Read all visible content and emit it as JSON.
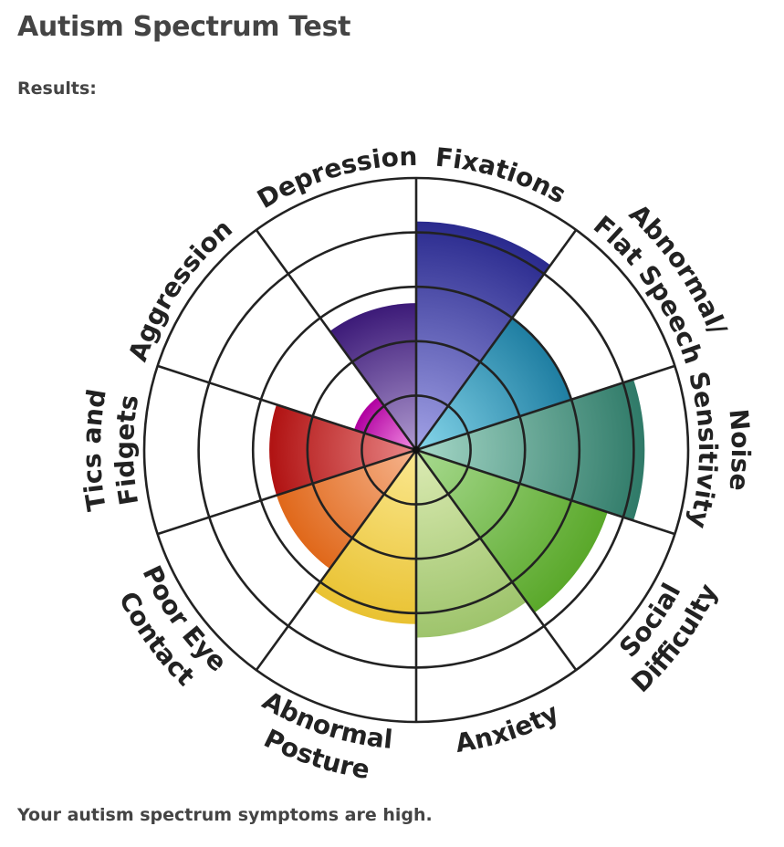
{
  "page": {
    "title": "Autism Spectrum Test",
    "results_label": "Results:",
    "summary": "Your autism spectrum symptoms are high."
  },
  "chart_data": {
    "type": "polar-area",
    "scale_max": 5,
    "rings": [
      1,
      2,
      3,
      4,
      5
    ],
    "categories": [
      {
        "name": "Fixations",
        "lines": [
          "Fixations"
        ],
        "value": 4.2,
        "color_light": "#a2a2e6",
        "color_dark": "#2a2a8e"
      },
      {
        "name": "Abnormal/ Flat Speech",
        "lines": [
          "Abnormal/",
          "Flat Speech"
        ],
        "value": 3.0,
        "color_light": "#86d6ea",
        "color_dark": "#1f7ea2"
      },
      {
        "name": "Noise Sensitivity",
        "lines": [
          "Noise",
          "Sensitivity"
        ],
        "value": 4.2,
        "color_light": "#a6d8c8",
        "color_dark": "#2f7a68"
      },
      {
        "name": "Social Difficulty",
        "lines": [
          "Social",
          "Difficulty"
        ],
        "value": 3.7,
        "color_light": "#a8da90",
        "color_dark": "#5aa82a"
      },
      {
        "name": "Anxiety",
        "lines": [
          "Anxiety"
        ],
        "value": 3.45,
        "color_light": "#dcebb4",
        "color_dark": "#9ec46c"
      },
      {
        "name": "Abnormal Posture",
        "lines": [
          "Abnormal",
          "Posture"
        ],
        "value": 3.2,
        "color_light": "#fbe890",
        "color_dark": "#e9c232"
      },
      {
        "name": "Poor Eye Contact",
        "lines": [
          "Poor Eye",
          "Contact"
        ],
        "value": 2.7,
        "color_light": "#f6b48e",
        "color_dark": "#e0681a"
      },
      {
        "name": "Tics and Fidgets",
        "lines": [
          "Tics and",
          "Fidgets"
        ],
        "value": 2.7,
        "color_light": "#ea8888",
        "color_dark": "#b01212"
      },
      {
        "name": "Aggression",
        "lines": [
          "Aggression"
        ],
        "value": 1.2,
        "color_light": "#f490e4",
        "color_dark": "#b000a0"
      },
      {
        "name": "Depression",
        "lines": [
          "Depression"
        ],
        "value": 2.7,
        "color_light": "#b09ad0",
        "color_dark": "#3c1a78"
      }
    ]
  }
}
